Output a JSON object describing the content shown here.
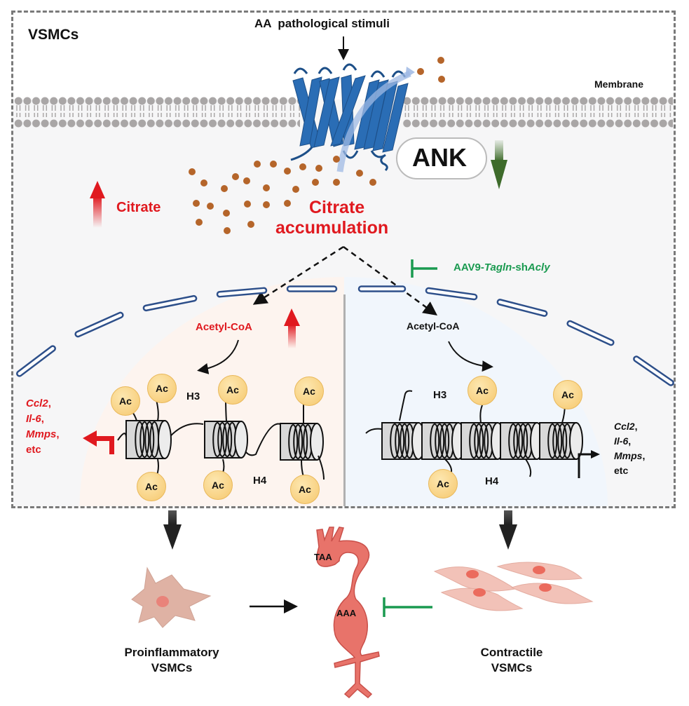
{
  "figure": {
    "cell_label": "VSMCs",
    "stimulus_label": "AA  pathological stimuli",
    "membrane_label": "Membrane",
    "ank_label": "ANK",
    "citrate_label": "Citrate",
    "citrate_accumulation_line1": "Citrate",
    "citrate_accumulation_line2": "accumulation",
    "inhibitor": {
      "prefix": "AAV9-",
      "gene1": "Tagln",
      "mid": "-sh",
      "gene2": "Acly"
    },
    "left_panel": {
      "acetyl_coa": "Acetyl-CoA",
      "h3": "H3",
      "h4": "H4",
      "ac": "Ac",
      "genes": [
        "Ccl2",
        "Il-6",
        "Mmps"
      ],
      "etc": "etc"
    },
    "right_panel": {
      "acetyl_coa": "Acetyl-CoA",
      "h3": "H3",
      "h4": "H4",
      "ac": "Ac",
      "genes": [
        "Ccl2",
        "Il-6",
        "Mmps"
      ],
      "etc": "etc"
    },
    "outcomes": {
      "proinflammatory_line1": "Proinflammatory",
      "proinflammatory_line2": "VSMCs",
      "contractile_line1": "Contractile",
      "contractile_line2": "VSMCs",
      "taa": "TAA",
      "aaa": "AAA"
    },
    "colors": {
      "red": "#e0191f",
      "green": "#1a9a50",
      "receptor_blue": "#2a6db5",
      "citrate_brown": "#b5652a",
      "nuclear_blue": "#2d4f8a",
      "ac_fill": "#f8d382",
      "aorta": "#e8736a"
    }
  }
}
